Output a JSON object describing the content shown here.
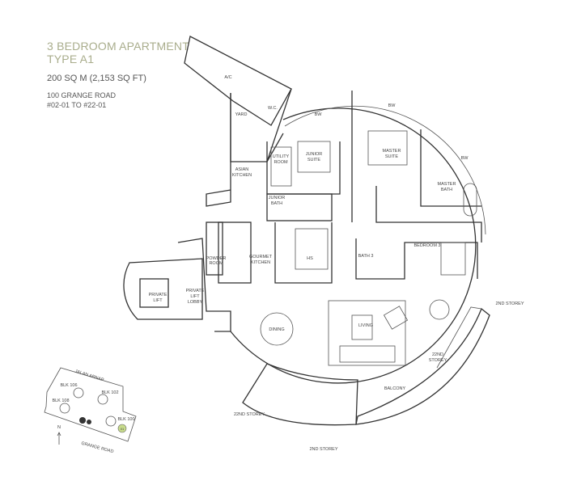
{
  "header": {
    "title_line1": "3 BEDROOM APARTMENT",
    "title_line2": "TYPE A1",
    "area": "200 SQ M (2,153 SQ FT)",
    "address": "100 GRANGE ROAD",
    "units": "#02-01 TO #22-01"
  },
  "rooms": {
    "ac": "A/C",
    "wc": "W.C.",
    "yard": "YARD",
    "bw1": "BW",
    "bw2": "BW",
    "bw3": "BW",
    "utility1": "UTILITY",
    "utility2": "ROOM",
    "junior1": "JUNIOR",
    "junior2": "SUITE",
    "master1": "MASTER",
    "master2": "SUITE",
    "mbath1": "MASTER",
    "mbath2": "BATH",
    "asian1": "ASIAN",
    "asian2": "KITCHEN",
    "jbath1": "JUNIOR",
    "jbath2": "BATH",
    "powder1": "POWDER",
    "powder2": "ROOM",
    "gourmet1": "GOURMET",
    "gourmet2": "KITCHEN",
    "hs": "HS",
    "bath3": "BATH 3",
    "bedroom3": "BEDROOM 3",
    "plift1": "PRIVATE",
    "plift2": "LIFT",
    "lobby1": "PRIVATE",
    "lobby2": "LIFT",
    "lobby3": "LOBBY",
    "dining": "DINING",
    "living": "LIVING",
    "balcony": "BALCONY",
    "storey2_top": "2ND STOREY",
    "storey22_right1": "22ND",
    "storey22_right2": "STOREY",
    "storey22_left": "22ND STOREY",
    "storey2_bottom": "2ND STOREY"
  },
  "keyplan": {
    "road_top": "JALAN ARNAP",
    "road_bottom": "GRANGE ROAD",
    "blk106": "BLK 106",
    "blk102": "BLK 102",
    "blk108": "BLK 108",
    "blk100": "BLK 100",
    "north": "N",
    "unit_marker": "01",
    "highlight_color": "#c8dc8c"
  }
}
